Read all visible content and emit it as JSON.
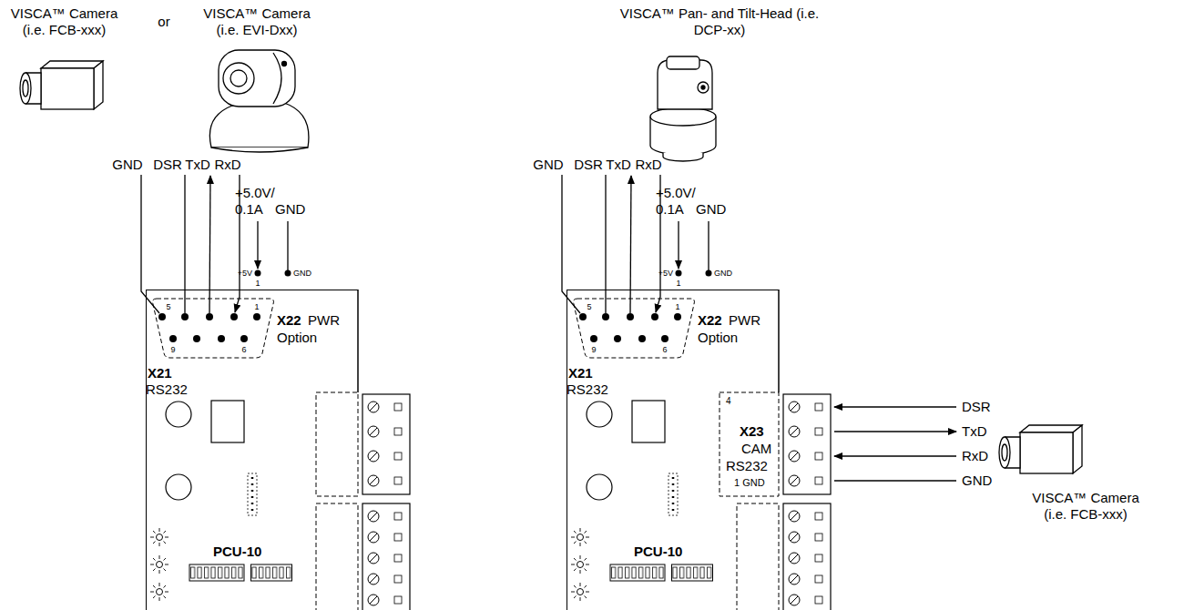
{
  "diagram": {
    "nodes": [
      {
        "text": [
          "PCU-10"
        ]
      },
      {
        "text": [
          "PCU-10"
        ]
      }
    ],
    "labels": [
      "VISCA™ Camera (i.e. FCB-xxx)",
      "or",
      "VISCA™ Camera (i.e. EVI-Dxx)",
      "VISCA™ Pan- and Tilt-Head (i.e. DCP-xx)",
      "GND",
      "DSR",
      "TxD",
      "RxD",
      "+5.0V/ 0.1A",
      "GND",
      "+5V",
      "1",
      "GND",
      "5",
      "1",
      "9",
      "6",
      "X21",
      "RS232",
      "X22",
      "PWR",
      "Option",
      "GND",
      "DSR",
      "TxD",
      "RxD",
      "+5.0V/ 0.1A",
      "GND",
      "+5V",
      "1",
      "GND",
      "5",
      "1",
      "9",
      "6",
      "X21",
      "RS232",
      "X22",
      "PWR",
      "Option",
      "4",
      "X23",
      "CAM",
      "RS232",
      "1 GND",
      "DSR",
      "TxD",
      "RxD",
      "GND",
      "VISCA™ Camera (i.e. FCB-xxx)"
    ]
  }
}
